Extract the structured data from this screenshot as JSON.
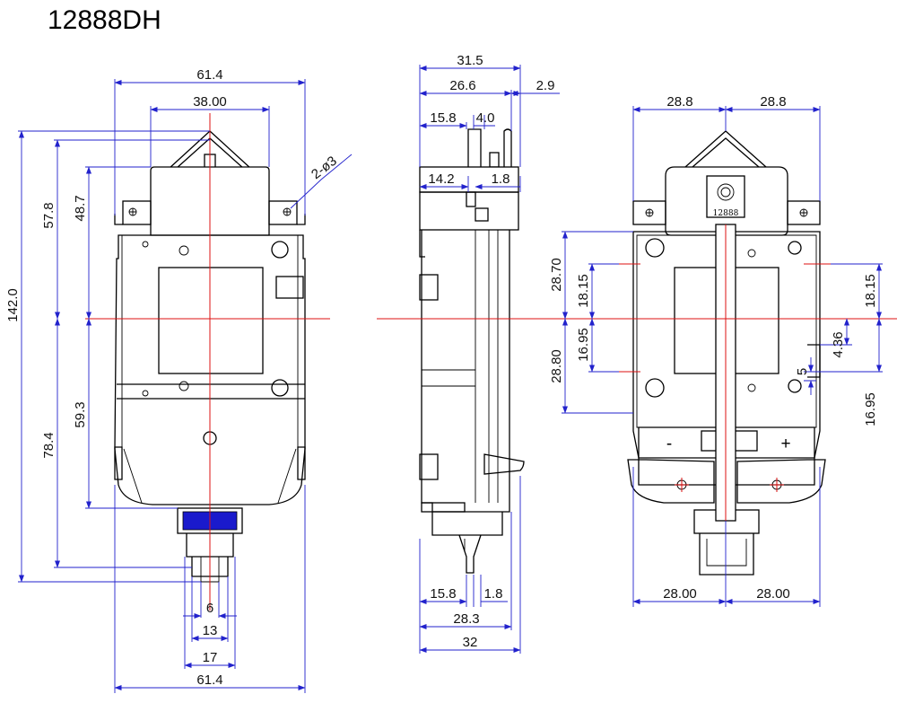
{
  "title": "12888DH",
  "front_view": {
    "dims": {
      "overall_width": "61.4",
      "hanger_width": "38.00",
      "holes": "2-ø3",
      "overall_height": "142.0",
      "upper_height": "57.8",
      "upper_inner": "48.7",
      "lower_height": "78.4",
      "lower_inner": "59.3",
      "shaft_6": "6",
      "shaft_13": "13",
      "shaft_17": "17",
      "bottom_width": "61.4"
    }
  },
  "side_view": {
    "dims": {
      "depth": "31.5",
      "body_depth": "26.6",
      "shaft_ext": "2.9",
      "d_15_8_top": "15.8",
      "d_4_0": "4.0",
      "d_14_2": "14.2",
      "d_1_8_top": "1.8",
      "d_15_8_bottom": "15.8",
      "d_1_8_bottom": "1.8",
      "d_28_3": "28.3",
      "d_32": "32"
    }
  },
  "back_view": {
    "label": "12888",
    "battery_minus": "-",
    "battery_plus": "+",
    "dims": {
      "half_width_left": "28.8",
      "half_width_right": "28.8",
      "upper_28_70": "28.70",
      "left_18_15": "18.15",
      "left_16_95": "16.95",
      "lower_28_80": "28.80",
      "right_18_15": "18.15",
      "right_4_36": "4.36",
      "right_5": "5",
      "right_16_95": "16.95",
      "bottom_left": "28.00",
      "bottom_right": "28.00"
    }
  }
}
